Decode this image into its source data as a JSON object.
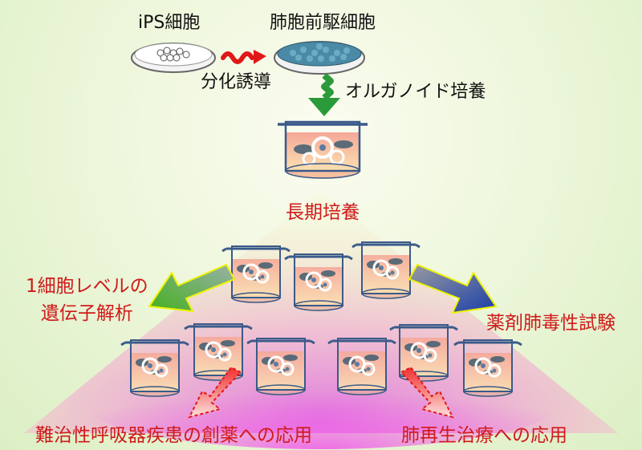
{
  "labels": {
    "ips_cells": "iPS細胞",
    "lung_progenitor": "肺胞前駆細胞",
    "differentiation": "分化誘導",
    "organoid_culture": "オルガノイド培養",
    "long_term": "長期培養",
    "single_cell": "1細胞レベルの\n遺伝子解析",
    "toxicity": "薬剤肺毒性試験",
    "drug_discovery": "難治性呼吸器疾患の創薬への応用",
    "regenerative": "肺再生治療への応用"
  },
  "colors": {
    "label_red": "#d01a1a",
    "label_black": "#111111",
    "arrow_green": "#2a9a3a",
    "arrow_red_wave": "#e01818",
    "arrow_blue": "#1a3fa8",
    "arrow_lime": "#48b020",
    "dish_cells": "#3f7f9a",
    "culture_pink": "#f2b0a0",
    "pyramid_magenta": "#e070e0"
  },
  "icons": [
    "petri-dish-icon",
    "culture-well-icon",
    "wavy-arrow-icon",
    "block-arrow-icon"
  ]
}
